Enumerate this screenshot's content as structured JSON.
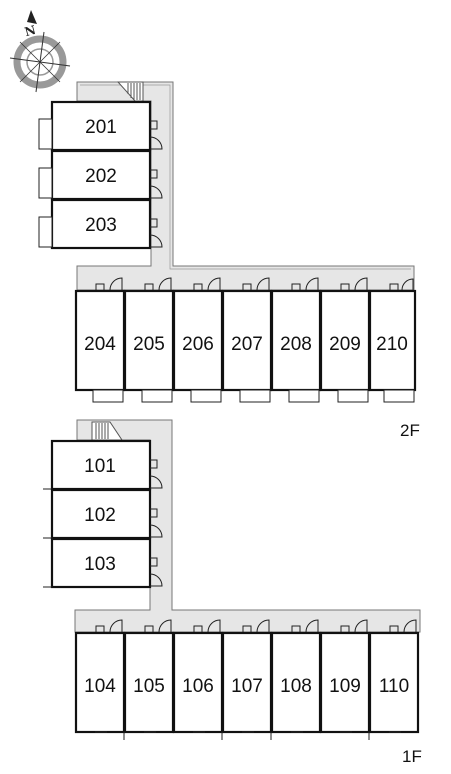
{
  "compass": {
    "north_label": "N"
  },
  "floors": [
    {
      "label": "2F",
      "upper_units": [
        "201",
        "202",
        "203"
      ],
      "row_units": [
        "204",
        "205",
        "206",
        "207",
        "208",
        "209",
        "210"
      ]
    },
    {
      "label": "1F",
      "upper_units": [
        "101",
        "102",
        "103"
      ],
      "row_units": [
        "104",
        "105",
        "106",
        "107",
        "108",
        "109",
        "110"
      ]
    }
  ]
}
